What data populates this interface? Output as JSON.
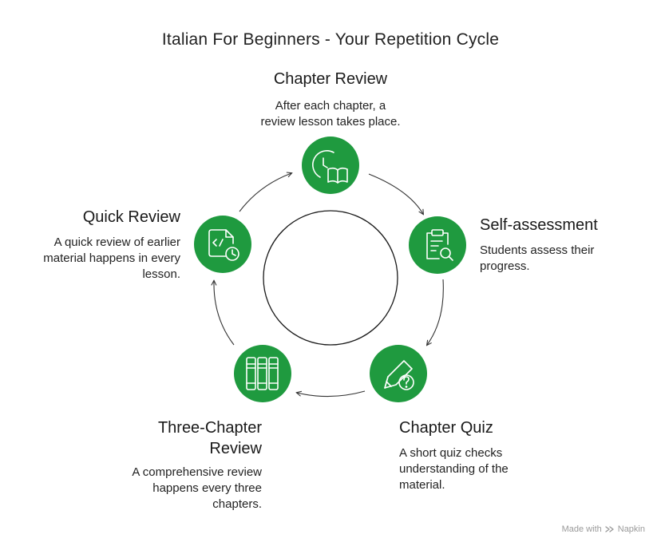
{
  "title": "Italian For Beginners - Your Repetition Cycle",
  "colors": {
    "node_fill": "#1f9a3f",
    "icon_stroke": "#ffffff",
    "arrow": "#333333"
  },
  "steps": [
    {
      "title": "Chapter Review",
      "description": "After each chapter, a review lesson takes place.",
      "desc_lines": [
        "After each chapter, a",
        "review lesson takes place."
      ],
      "icon": "clock-book-icon"
    },
    {
      "title": "Self-assessment",
      "description": "Students assess their progress.",
      "desc_lines": [
        "Students assess their",
        "progress."
      ],
      "icon": "clipboard-search-icon"
    },
    {
      "title": "Chapter Quiz",
      "description": "A short quiz checks understanding of the material.",
      "desc_lines": [
        "A short quiz checks",
        "understanding of the",
        "material."
      ],
      "icon": "pencil-question-icon"
    },
    {
      "title_lines": [
        "Three-Chapter",
        "Review"
      ],
      "title": "Three-Chapter Review",
      "description": "A comprehensive review happens every three chapters.",
      "desc_lines": [
        "A comprehensive review",
        "happens every three",
        "chapters."
      ],
      "icon": "books-icon"
    },
    {
      "title": "Quick Review",
      "description": "A quick review of earlier material happens in every lesson.",
      "desc_lines": [
        "A quick review of earlier",
        "material happens in every",
        "lesson."
      ],
      "icon": "code-file-clock-icon"
    }
  ],
  "footer": {
    "made_with": "Made with",
    "brand": "Napkin"
  }
}
